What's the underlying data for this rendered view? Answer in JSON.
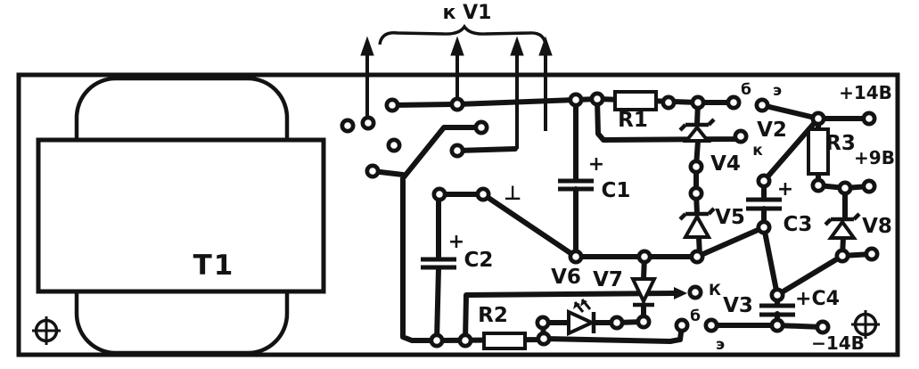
{
  "diagram": {
    "kind": "printed-circuit-board wiring diagram (power supply)",
    "ink_color": "#131313",
    "paper_color": "#ffffff",
    "transformer_label": "Т1",
    "top_note": "к V1",
    "ground_symbol": "⊥",
    "resistors": {
      "r1": "R1",
      "r2": "R2",
      "r3": "R3"
    },
    "capacitors": {
      "c1": "С1",
      "c1_polarity": "+",
      "c2": "С2",
      "c2_polarity": "+",
      "c3": "С3",
      "c3_polarity": "+",
      "c4": "+С4"
    },
    "semiconductors": {
      "v2": "V2",
      "v3": "V3",
      "v4": "V4",
      "v5": "V5",
      "v6": "V6",
      "v7": "V7",
      "v8": "V8"
    },
    "transistor_pins": {
      "v2_base": "б",
      "v2_emitter": "э",
      "v2_collector": "к",
      "v3_collector": "К",
      "v3_base": "б",
      "v3_emitter": "э"
    },
    "outputs": {
      "plus14": "+14В",
      "plus9": "+9В",
      "minus14": "−14В"
    }
  }
}
